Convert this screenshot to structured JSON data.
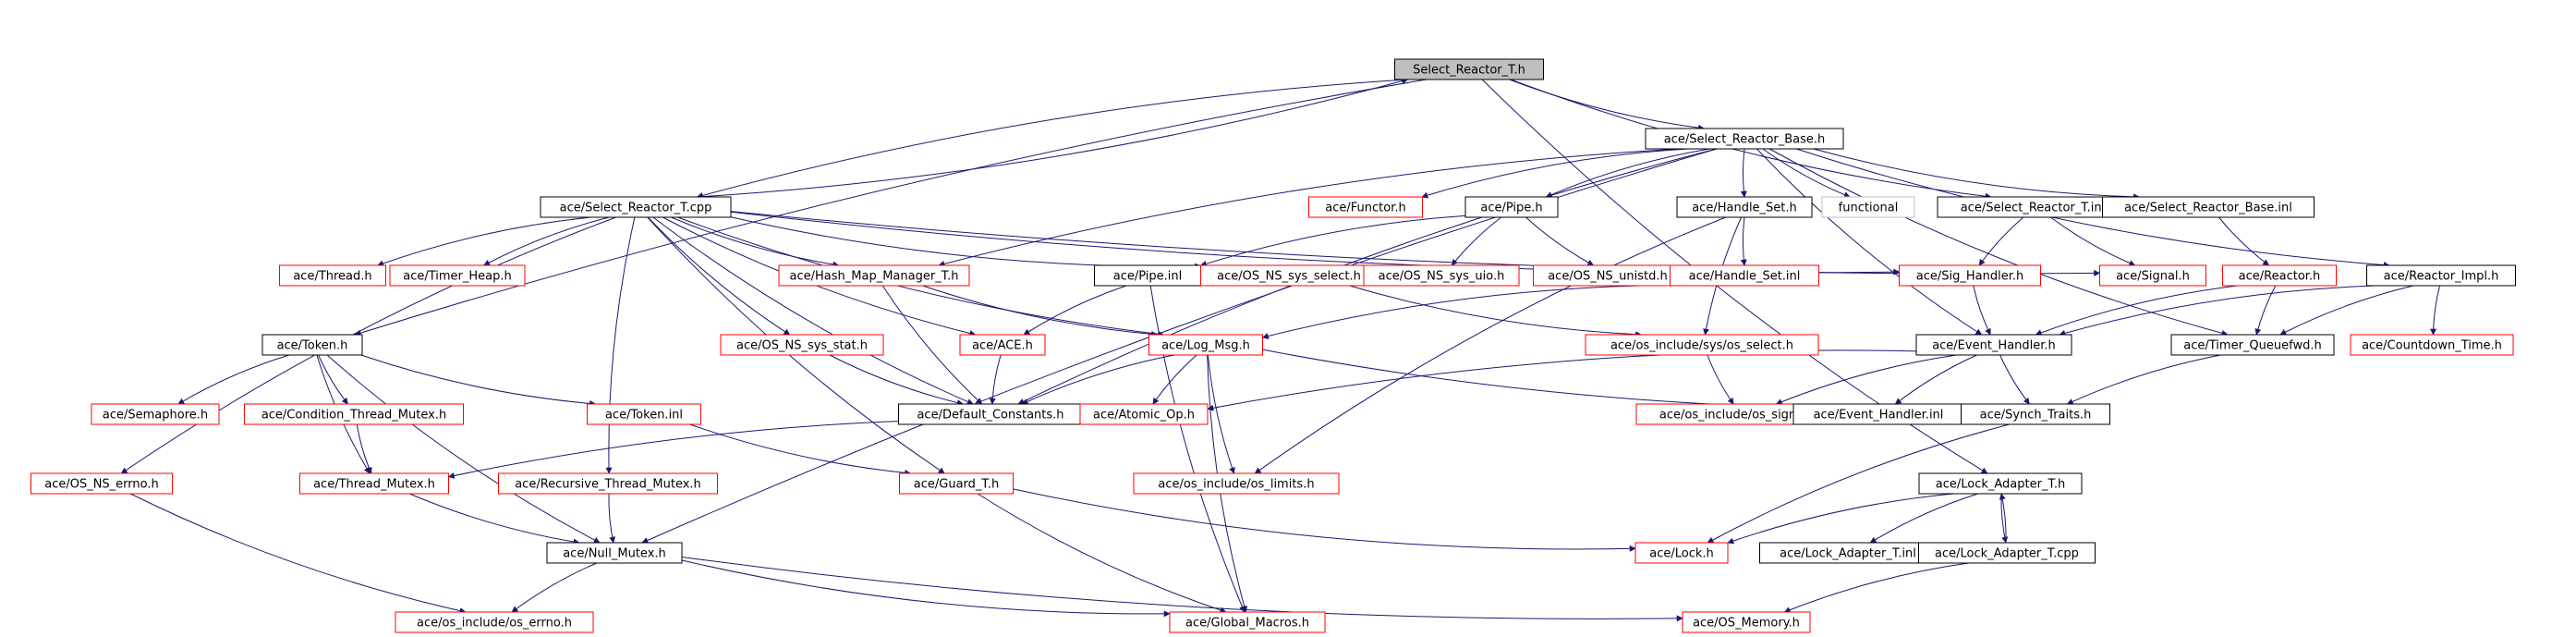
{
  "colors": {
    "edge": "#191970",
    "text": "#000000",
    "root_fill": "#bfbfbf",
    "border_normal": "#000000",
    "border_truncated": "#ff0000",
    "border_external": "#bfbfbf",
    "background": "#ffffff"
  },
  "nodes": [
    {
      "id": "select_reactor_t_h",
      "label": "Select_Reactor_T.h",
      "kind": "root"
    },
    {
      "id": "select_reactor_base_h",
      "label": "ace/Select_Reactor_Base.h",
      "kind": "normal"
    },
    {
      "id": "select_reactor_t_cpp",
      "label": "ace/Select_Reactor_T.cpp",
      "kind": "normal"
    },
    {
      "id": "functor_h",
      "label": "ace/Functor.h",
      "kind": "truncated"
    },
    {
      "id": "pipe_h",
      "label": "ace/Pipe.h",
      "kind": "normal"
    },
    {
      "id": "handle_set_h",
      "label": "ace/Handle_Set.h",
      "kind": "normal"
    },
    {
      "id": "functional",
      "label": "functional",
      "kind": "external"
    },
    {
      "id": "select_reactor_t_inl",
      "label": "ace/Select_Reactor_T.inl",
      "kind": "normal"
    },
    {
      "id": "select_reactor_base_inl",
      "label": "ace/Select_Reactor_Base.inl",
      "kind": "normal"
    },
    {
      "id": "thread_h",
      "label": "ace/Thread.h",
      "kind": "truncated"
    },
    {
      "id": "timer_heap_h",
      "label": "ace/Timer_Heap.h",
      "kind": "truncated"
    },
    {
      "id": "hash_map_manager_t_h",
      "label": "ace/Hash_Map_Manager_T.h",
      "kind": "truncated"
    },
    {
      "id": "pipe_inl",
      "label": "ace/Pipe.inl",
      "kind": "normal"
    },
    {
      "id": "os_ns_sys_select_h",
      "label": "ace/OS_NS_sys_select.h",
      "kind": "truncated"
    },
    {
      "id": "os_ns_sys_uio_h",
      "label": "ace/OS_NS_sys_uio.h",
      "kind": "truncated"
    },
    {
      "id": "os_ns_unistd_h",
      "label": "ace/OS_NS_unistd.h",
      "kind": "truncated"
    },
    {
      "id": "handle_set_inl",
      "label": "ace/Handle_Set.inl",
      "kind": "truncated"
    },
    {
      "id": "sig_handler_h",
      "label": "ace/Sig_Handler.h",
      "kind": "truncated"
    },
    {
      "id": "signal_h",
      "label": "ace/Signal.h",
      "kind": "truncated"
    },
    {
      "id": "reactor_h",
      "label": "ace/Reactor.h",
      "kind": "truncated"
    },
    {
      "id": "reactor_impl_h",
      "label": "ace/Reactor_Impl.h",
      "kind": "normal"
    },
    {
      "id": "token_h",
      "label": "ace/Token.h",
      "kind": "normal"
    },
    {
      "id": "os_ns_sys_stat_h",
      "label": "ace/OS_NS_sys_stat.h",
      "kind": "truncated"
    },
    {
      "id": "ace_h",
      "label": "ace/ACE.h",
      "kind": "truncated"
    },
    {
      "id": "log_msg_h",
      "label": "ace/Log_Msg.h",
      "kind": "truncated"
    },
    {
      "id": "os_include_sys_os_select_h",
      "label": "ace/os_include/sys/os_select.h",
      "kind": "truncated"
    },
    {
      "id": "event_handler_h",
      "label": "ace/Event_Handler.h",
      "kind": "normal"
    },
    {
      "id": "timer_queuefwd_h",
      "label": "ace/Timer_Queuefwd.h",
      "kind": "normal"
    },
    {
      "id": "countdown_time_h",
      "label": "ace/Countdown_Time.h",
      "kind": "truncated"
    },
    {
      "id": "semaphore_h",
      "label": "ace/Semaphore.h",
      "kind": "truncated"
    },
    {
      "id": "condition_thread_mutex_h",
      "label": "ace/Condition_Thread_Mutex.h",
      "kind": "truncated"
    },
    {
      "id": "token_inl",
      "label": "ace/Token.inl",
      "kind": "truncated"
    },
    {
      "id": "default_constants_h",
      "label": "ace/Default_Constants.h",
      "kind": "normal"
    },
    {
      "id": "atomic_op_h",
      "label": "ace/Atomic_Op.h",
      "kind": "truncated"
    },
    {
      "id": "os_include_os_signal_h",
      "label": "ace/os_include/os_signal.h",
      "kind": "truncated"
    },
    {
      "id": "event_handler_inl",
      "label": "ace/Event_Handler.inl",
      "kind": "normal"
    },
    {
      "id": "synch_traits_h",
      "label": "ace/Synch_Traits.h",
      "kind": "normal"
    },
    {
      "id": "os_ns_errno_h",
      "label": "ace/OS_NS_errno.h",
      "kind": "truncated"
    },
    {
      "id": "thread_mutex_h",
      "label": "ace/Thread_Mutex.h",
      "kind": "truncated"
    },
    {
      "id": "recursive_thread_mutex_h",
      "label": "ace/Recursive_Thread_Mutex.h",
      "kind": "truncated"
    },
    {
      "id": "guard_t_h",
      "label": "ace/Guard_T.h",
      "kind": "truncated"
    },
    {
      "id": "os_include_os_limits_h",
      "label": "ace/os_include/os_limits.h",
      "kind": "truncated"
    },
    {
      "id": "lock_adapter_t_h",
      "label": "ace/Lock_Adapter_T.h",
      "kind": "normal"
    },
    {
      "id": "null_mutex_h",
      "label": "ace/Null_Mutex.h",
      "kind": "normal"
    },
    {
      "id": "lock_h",
      "label": "ace/Lock.h",
      "kind": "truncated"
    },
    {
      "id": "lock_adapter_t_inl",
      "label": "ace/Lock_Adapter_T.inl",
      "kind": "normal"
    },
    {
      "id": "lock_adapter_t_cpp",
      "label": "ace/Lock_Adapter_T.cpp",
      "kind": "normal"
    },
    {
      "id": "os_include_os_errno_h",
      "label": "ace/os_include/os_errno.h",
      "kind": "truncated"
    },
    {
      "id": "global_macros_h",
      "label": "ace/Global_Macros.h",
      "kind": "truncated"
    },
    {
      "id": "os_memory_h",
      "label": "ace/OS_Memory.h",
      "kind": "truncated"
    }
  ],
  "edges": [
    [
      "select_reactor_t_h",
      "select_reactor_base_h"
    ],
    [
      "select_reactor_t_h",
      "select_reactor_t_cpp"
    ],
    [
      "select_reactor_t_h",
      "select_reactor_t_inl"
    ],
    [
      "select_reactor_t_h",
      "token_h"
    ],
    [
      "select_reactor_t_h",
      "lock_adapter_t_h"
    ],
    [
      "select_reactor_t_cpp",
      "select_reactor_t_h"
    ],
    [
      "select_reactor_t_cpp",
      "thread_h"
    ],
    [
      "select_reactor_t_cpp",
      "timer_heap_h"
    ],
    [
      "select_reactor_t_cpp",
      "hash_map_manager_t_h"
    ],
    [
      "select_reactor_t_cpp",
      "os_ns_sys_stat_h"
    ],
    [
      "select_reactor_t_cpp",
      "ace_h"
    ],
    [
      "select_reactor_t_cpp",
      "log_msg_h"
    ],
    [
      "select_reactor_t_cpp",
      "os_ns_sys_select_h"
    ],
    [
      "select_reactor_t_cpp",
      "sig_handler_h"
    ],
    [
      "select_reactor_t_cpp",
      "signal_h"
    ],
    [
      "select_reactor_t_cpp",
      "os_ns_errno_h"
    ],
    [
      "select_reactor_t_cpp",
      "recursive_thread_mutex_h"
    ],
    [
      "select_reactor_t_cpp",
      "guard_t_h"
    ],
    [
      "select_reactor_t_cpp",
      "default_constants_h"
    ],
    [
      "select_reactor_base_h",
      "functor_h"
    ],
    [
      "select_reactor_base_h",
      "pipe_h"
    ],
    [
      "select_reactor_base_h",
      "handle_set_h"
    ],
    [
      "select_reactor_base_h",
      "functional"
    ],
    [
      "select_reactor_base_h",
      "select_reactor_base_inl"
    ],
    [
      "select_reactor_base_h",
      "reactor_impl_h"
    ],
    [
      "select_reactor_base_h",
      "event_handler_h"
    ],
    [
      "select_reactor_base_h",
      "timer_queuefwd_h"
    ],
    [
      "select_reactor_base_h",
      "null_mutex_h"
    ],
    [
      "select_reactor_base_h",
      "default_constants_h"
    ],
    [
      "select_reactor_base_h",
      "hash_map_manager_t_h"
    ],
    [
      "pipe_h",
      "pipe_inl"
    ],
    [
      "pipe_h",
      "os_ns_sys_uio_h"
    ],
    [
      "pipe_h",
      "os_ns_unistd_h"
    ],
    [
      "pipe_inl",
      "ace_h"
    ],
    [
      "pipe_inl",
      "global_macros_h"
    ],
    [
      "handle_set_h",
      "handle_set_inl"
    ],
    [
      "handle_set_h",
      "os_include_sys_os_select_h"
    ],
    [
      "handle_set_h",
      "os_include_os_limits_h"
    ],
    [
      "handle_set_inl",
      "log_msg_h"
    ],
    [
      "select_reactor_t_inl",
      "sig_handler_h"
    ],
    [
      "select_reactor_t_inl",
      "signal_h"
    ],
    [
      "select_reactor_base_inl",
      "reactor_h"
    ],
    [
      "reactor_h",
      "event_handler_h"
    ],
    [
      "reactor_h",
      "timer_queuefwd_h"
    ],
    [
      "reactor_impl_h",
      "event_handler_h"
    ],
    [
      "reactor_impl_h",
      "timer_queuefwd_h"
    ],
    [
      "reactor_impl_h",
      "countdown_time_h"
    ],
    [
      "sig_handler_h",
      "event_handler_h"
    ],
    [
      "os_ns_sys_select_h",
      "os_include_sys_os_select_h"
    ],
    [
      "os_ns_sys_stat_h",
      "default_constants_h"
    ],
    [
      "ace_h",
      "default_constants_h"
    ],
    [
      "hash_map_manager_t_h",
      "log_msg_h"
    ],
    [
      "hash_map_manager_t_h",
      "default_constants_h"
    ],
    [
      "log_msg_h",
      "default_constants_h"
    ],
    [
      "log_msg_h",
      "atomic_op_h"
    ],
    [
      "log_msg_h",
      "os_include_os_limits_h"
    ],
    [
      "log_msg_h",
      "global_macros_h"
    ],
    [
      "log_msg_h",
      "synch_traits_h"
    ],
    [
      "os_include_sys_os_select_h",
      "os_include_os_signal_h"
    ],
    [
      "event_handler_h",
      "atomic_op_h"
    ],
    [
      "event_handler_h",
      "os_include_os_signal_h"
    ],
    [
      "event_handler_h",
      "event_handler_inl"
    ],
    [
      "event_handler_h",
      "synch_traits_h"
    ],
    [
      "timer_queuefwd_h",
      "synch_traits_h"
    ],
    [
      "token_h",
      "semaphore_h"
    ],
    [
      "token_h",
      "condition_thread_mutex_h"
    ],
    [
      "token_h",
      "token_inl"
    ],
    [
      "token_h",
      "thread_mutex_h"
    ],
    [
      "token_h",
      "null_mutex_h"
    ],
    [
      "condition_thread_mutex_h",
      "thread_mutex_h"
    ],
    [
      "token_inl",
      "guard_t_h"
    ],
    [
      "atomic_op_h",
      "thread_mutex_h"
    ],
    [
      "synch_traits_h",
      "lock_h"
    ],
    [
      "thread_mutex_h",
      "null_mutex_h"
    ],
    [
      "recursive_thread_mutex_h",
      "null_mutex_h"
    ],
    [
      "guard_t_h",
      "lock_h"
    ],
    [
      "guard_t_h",
      "global_macros_h"
    ],
    [
      "os_ns_errno_h",
      "os_include_os_errno_h"
    ],
    [
      "lock_adapter_t_h",
      "lock_h"
    ],
    [
      "lock_adapter_t_h",
      "lock_adapter_t_inl"
    ],
    [
      "lock_adapter_t_h",
      "lock_adapter_t_cpp"
    ],
    [
      "lock_adapter_t_cpp",
      "lock_adapter_t_h"
    ],
    [
      "lock_adapter_t_cpp",
      "os_memory_h"
    ],
    [
      "null_mutex_h",
      "os_include_os_errno_h"
    ],
    [
      "null_mutex_h",
      "global_macros_h"
    ],
    [
      "null_mutex_h",
      "os_memory_h"
    ]
  ]
}
